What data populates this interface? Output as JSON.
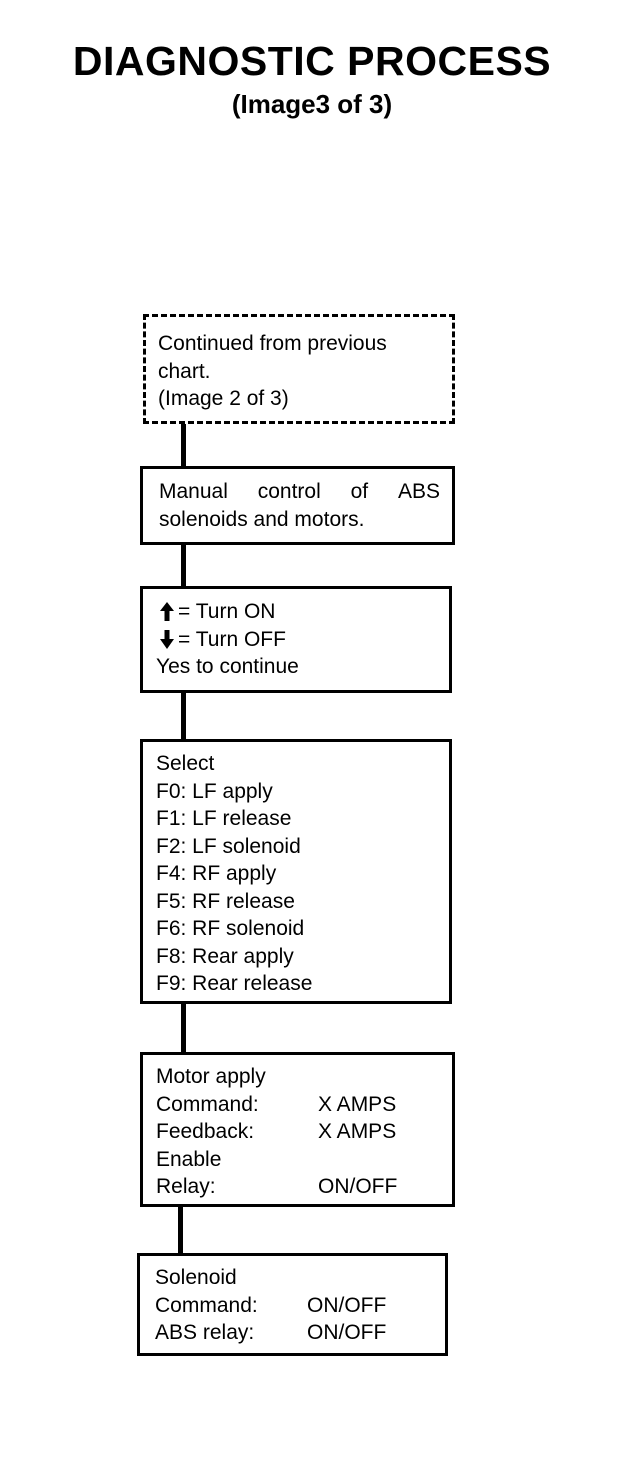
{
  "title": {
    "main": "DIAGNOSTIC PROCESS",
    "sub": "(Image3 of 3)"
  },
  "chart_data": {
    "type": "flowchart",
    "orientation": "vertical",
    "nodes": [
      {
        "id": "continued",
        "style": "dashed",
        "lines": [
          "Continued  from  previous",
          "chart.",
          "(Image 2 of 3)"
        ]
      },
      {
        "id": "manual-control",
        "style": "solid",
        "lines": [
          "Manual   control   of   ABS",
          "solenoids and motors."
        ]
      },
      {
        "id": "turn-legend",
        "style": "solid",
        "lines": [
          "= Turn ON",
          "= Turn OFF",
          "Yes to continue"
        ]
      },
      {
        "id": "select-functions",
        "style": "solid",
        "lines": [
          "Select",
          "F0:  LF apply",
          "F1:  LF release",
          "F2:  LF solenoid",
          "F4:  RF apply",
          "F5:  RF release",
          "F6:  RF solenoid",
          "F8:  Rear apply",
          "F9:  Rear release"
        ]
      },
      {
        "id": "motor-apply",
        "style": "solid",
        "lines": [
          "Motor apply",
          "Command:",
          "Feedback:",
          "Enable",
          "Relay:"
        ]
      },
      {
        "id": "solenoid",
        "style": "solid",
        "lines": [
          "Solenoid",
          "Command:",
          "ABS relay:"
        ]
      }
    ]
  },
  "nodes": {
    "continued": {
      "line1": "Continued  from  previous",
      "line2": "chart.",
      "line3": "(Image 2 of 3)"
    },
    "manual": {
      "line1_a": "Manual",
      "line1_b": "control",
      "line1_c": "of",
      "line1_d": "ABS",
      "line2": "solenoids and motors."
    },
    "legend": {
      "up_arrow": "arrow-up-icon",
      "up_label": "= Turn ON",
      "down_arrow": "arrow-down-icon",
      "down_label": "= Turn OFF",
      "continue_label": "Yes to continue"
    },
    "select": {
      "heading": "Select",
      "items": [
        "F0:  LF apply",
        "F1:  LF release",
        "F2:  LF solenoid",
        "F4:  RF apply",
        "F5:  RF release",
        "F6:  RF solenoid",
        "F8:  Rear apply",
        "F9:  Rear release"
      ]
    },
    "motor": {
      "heading": "Motor apply",
      "rows": [
        {
          "label": "Command:",
          "value": "X AMPS"
        },
        {
          "label": "Feedback:",
          "value": "X AMPS"
        }
      ],
      "enable_label": "Enable",
      "relay_label": "Relay:",
      "relay_value": "ON/OFF"
    },
    "solenoid": {
      "heading": "Solenoid",
      "rows": [
        {
          "label": "Command:",
          "value": "ON/OFF"
        },
        {
          "label": "ABS relay:",
          "value": "ON/OFF"
        }
      ]
    }
  },
  "colors": {
    "ink": "#000000",
    "paper": "#ffffff"
  }
}
